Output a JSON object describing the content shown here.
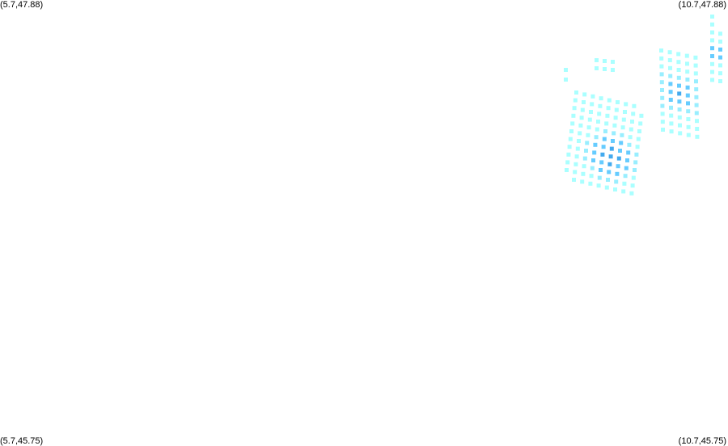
{
  "corners": {
    "top_left": "(5.7,47.88)",
    "top_right": "(10.7,47.88)",
    "bottom_left": "(5.7,45.75)",
    "bottom_right": "(10.7,45.75)"
  },
  "colors": {
    "background": "#ffffff",
    "level_1": "#aaffff",
    "level_2": "#99eeff",
    "level_3": "#66ccff",
    "level_4": "#44aaee"
  }
}
